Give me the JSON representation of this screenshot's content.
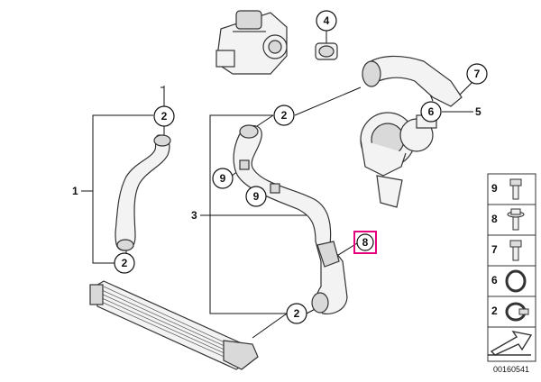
{
  "diagram": {
    "reference": "00160541",
    "accent_color": "#e6007e",
    "callouts": [
      {
        "id": "c2a",
        "label": "2"
      },
      {
        "id": "c2b",
        "label": "2"
      },
      {
        "id": "c2c",
        "label": "2"
      },
      {
        "id": "c2d",
        "label": "2"
      },
      {
        "id": "c4",
        "label": "4"
      },
      {
        "id": "c6",
        "label": "6"
      },
      {
        "id": "c7",
        "label": "7"
      },
      {
        "id": "c8",
        "label": "8",
        "highlighted": true
      },
      {
        "id": "c9a",
        "label": "9"
      },
      {
        "id": "c9b",
        "label": "9"
      }
    ],
    "plain_labels": [
      {
        "id": "l1",
        "label": "1"
      },
      {
        "id": "l3",
        "label": "3"
      },
      {
        "id": "l5",
        "label": "5"
      }
    ],
    "legend": [
      {
        "label": "9",
        "icon": "bolt-icon"
      },
      {
        "label": "8",
        "icon": "bolt-washer-icon"
      },
      {
        "label": "7",
        "icon": "screw-icon"
      },
      {
        "label": "6",
        "icon": "o-ring-icon"
      },
      {
        "label": "2",
        "icon": "hose-clamp-icon"
      },
      {
        "label": "",
        "icon": "arrow-icon"
      }
    ]
  }
}
